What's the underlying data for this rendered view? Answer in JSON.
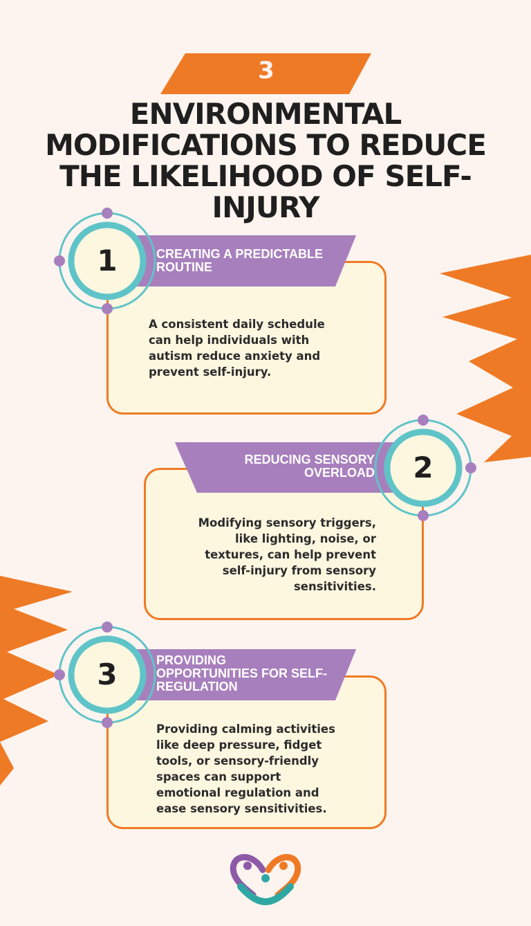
{
  "header": {
    "banner_number": "3",
    "title": "ENVIRONMENTAL MODIFICATIONS TO REDUCE THE LIKELIHOOD OF SELF-INJURY"
  },
  "steps": [
    {
      "number": "1",
      "title": "CREATING A PREDICTABLE ROUTINE",
      "description": "A consistent daily schedule can help individuals with autism reduce anxiety and prevent self-injury."
    },
    {
      "number": "2",
      "title": "REDUCING SENSORY OVERLOAD",
      "description": "Modifying sensory triggers, like lighting, noise, or textures, can help prevent self-injury from sensory sensitivities."
    },
    {
      "number": "3",
      "title": "PROVIDING OPPORTUNITIES FOR SELF-REGULATION",
      "description": "Providing calming activities like deep pressure, fidget tools, or sensory-friendly spaces can support emotional regulation and ease sensory sensitivities."
    }
  ],
  "colors": {
    "background": "#fdf4ef",
    "orange": "#ef7a25",
    "purple": "#a87fbd",
    "teal": "#5fc4c8",
    "card": "#fdf7e0"
  },
  "logo": {
    "icon": "heart-people-logo"
  }
}
